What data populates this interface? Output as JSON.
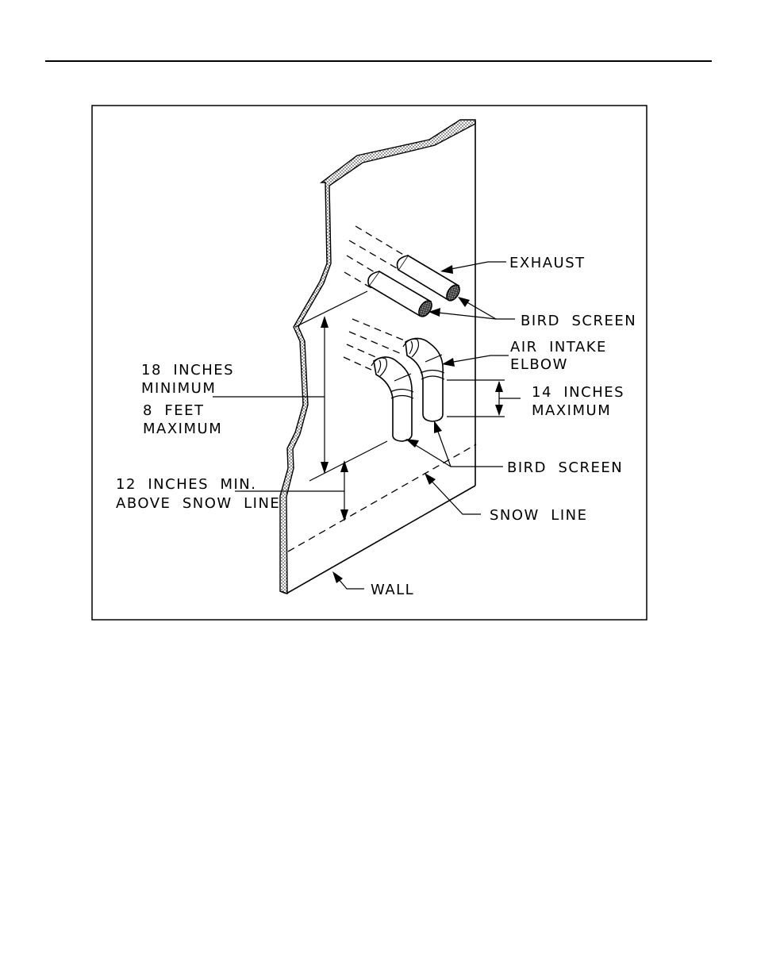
{
  "labels": {
    "exhaust": "EXHAUST",
    "bird_screen_top": "BIRD  SCREEN",
    "air_intake_line1": "AIR  INTAKE",
    "air_intake_line2": "ELBOW",
    "min18_line1": "18  INCHES",
    "min18_line2": "MINIMUM",
    "max8_line1": "8  FEET",
    "max8_line2": "MAXIMUM",
    "max14_line1": "14  INCHES",
    "max14_line2": "MAXIMUM",
    "bird_screen_bottom": "BIRD  SCREEN",
    "snow_min_line1": "12  INCHES  MIN.",
    "snow_min_line2": "ABOVE  SNOW  LINE",
    "snow_line": "SNOW  LINE",
    "wall": "WALL"
  },
  "colors": {
    "ink": "#000000",
    "paper": "#ffffff"
  }
}
